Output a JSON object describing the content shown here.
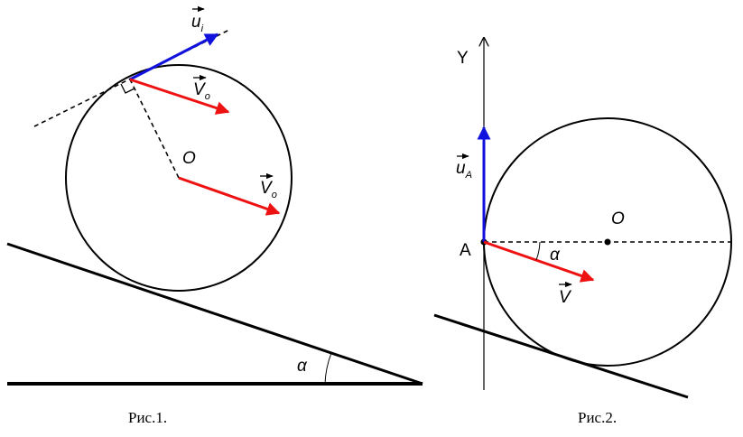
{
  "figure1": {
    "caption": "Рис.1.",
    "center_label": "O",
    "angle_label": "α",
    "velocity_label": "V",
    "velocity_sub": "o",
    "point_velocity_label": "u",
    "point_velocity_sub": "i"
  },
  "figure2": {
    "caption": "Рис.2.",
    "axis_label": "Y",
    "point_label": "A",
    "center_label": "O",
    "angle_label": "α",
    "velocity_label": "V",
    "point_velocity_label": "u",
    "point_velocity_sub": "A"
  },
  "colors": {
    "line": "#000000",
    "velocity": "#ee1111",
    "point_velocity": "#1111dd"
  }
}
